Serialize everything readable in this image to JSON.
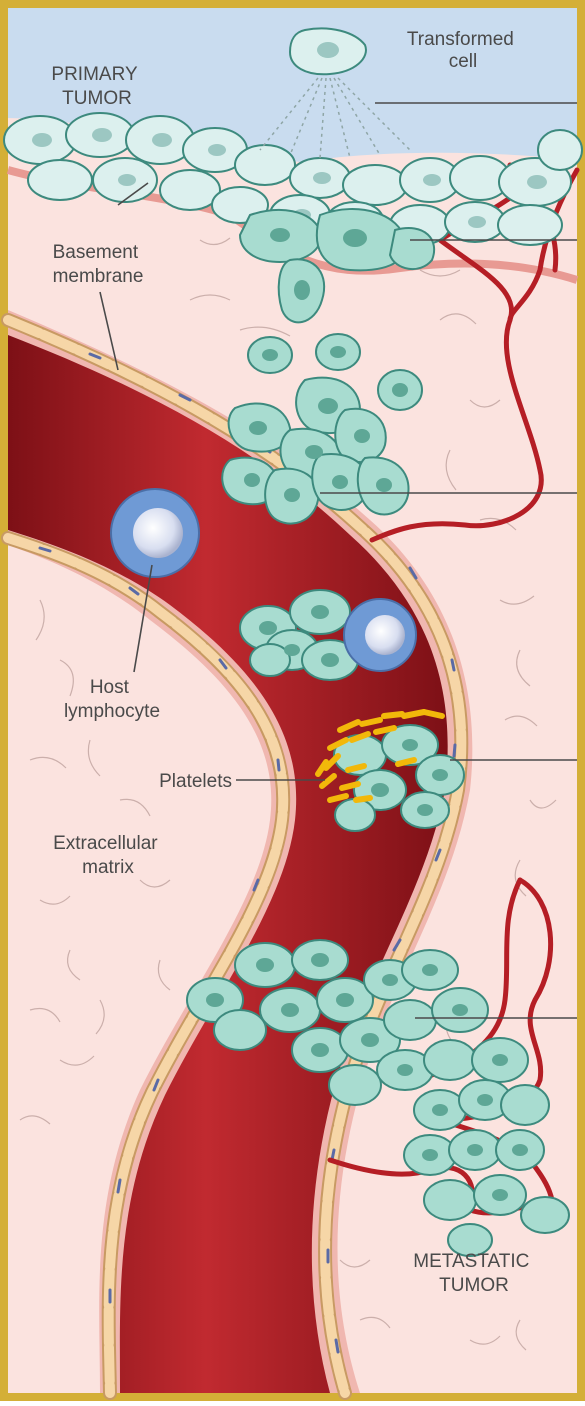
{
  "labels": {
    "transformed": [
      "Transformed",
      "cell"
    ],
    "primary": [
      "PRIMARY",
      "TUMOR"
    ],
    "basement": [
      "Basement",
      "membrane"
    ],
    "host": [
      "Host",
      "lymphocyte"
    ],
    "platelets": "Platelets",
    "ecm": [
      "Extracellular",
      "matrix"
    ],
    "metastatic": [
      "METASTATIC",
      "TUMOR"
    ]
  },
  "colors": {
    "background_top": "#c9dcef",
    "tissue": "#fbe3df",
    "vessel_wall": "#f0b7b0",
    "vessel_lumen": "#b3232a",
    "vessel_dark": "#6e0d14",
    "endothelium": "#f6d6a7",
    "endothelium_stroke": "#c89a63",
    "tumor_cell": "#a8dcd0",
    "tumor_cell_stroke": "#3d8a7e",
    "tumor_nucleus": "#5ea796",
    "surface_cell": "#dcf0ee",
    "capillary": "#b51e25",
    "lymphocyte": "#6f9ad5",
    "platelet": "#f2b80a",
    "frame": "#d4af37"
  }
}
